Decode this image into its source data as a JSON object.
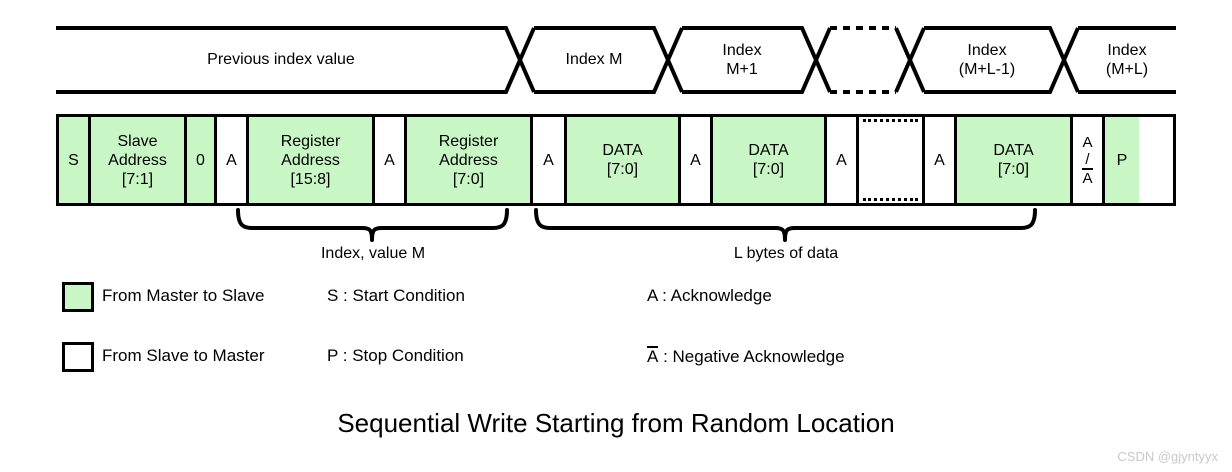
{
  "title": "Sequential Write Starting from Random Location",
  "watermark": "CSDN @gjyntyyx",
  "colors": {
    "master_fill": "#C8F7C5",
    "slave_fill": "#FFFFFF",
    "stroke": "#000000",
    "watermark": "#C9C9C9"
  },
  "index_waveform": {
    "name": "index-pointer-waveform",
    "segments": [
      {
        "label": "Previous index value",
        "style": "solid"
      },
      {
        "label": "Index M",
        "style": "solid"
      },
      {
        "label": "Index\nM+1",
        "style": "solid"
      },
      {
        "label": "",
        "style": "dashed"
      },
      {
        "label": "Index\n(M+L-1)",
        "style": "solid"
      },
      {
        "label": "Index\n(M+L)",
        "style": "solid"
      }
    ]
  },
  "packet": {
    "name": "i2c-packet-sequence",
    "cells": [
      {
        "label": "S",
        "source": "master"
      },
      {
        "label": "Slave\nAddress\n[7:1]",
        "source": "master"
      },
      {
        "label": "0",
        "source": "master"
      },
      {
        "label": "A",
        "source": "slave"
      },
      {
        "label": "Register\nAddress\n[15:8]",
        "source": "master"
      },
      {
        "label": "A",
        "source": "slave"
      },
      {
        "label": "Register\nAddress\n[7:0]",
        "source": "master"
      },
      {
        "label": "A",
        "source": "slave"
      },
      {
        "label": "DATA\n[7:0]",
        "source": "master"
      },
      {
        "label": "A",
        "source": "slave"
      },
      {
        "label": "DATA\n[7:0]",
        "source": "master"
      },
      {
        "label": "A",
        "source": "slave"
      },
      {
        "label": "",
        "source": "gap"
      },
      {
        "label": "A",
        "source": "slave"
      },
      {
        "label": "DATA\n[7:0]",
        "source": "master"
      },
      {
        "label": "A / A-bar",
        "source": "slave",
        "kind": "ack-nack"
      },
      {
        "label": "P",
        "source": "master"
      }
    ]
  },
  "braces": [
    {
      "name": "brace-index-value-m",
      "caption": "Index, value M"
    },
    {
      "name": "brace-l-bytes-of-data",
      "caption": "L bytes of data"
    }
  ],
  "legend": {
    "swatches": [
      {
        "label": "From Master to Slave",
        "source": "master"
      },
      {
        "label": "From Slave to Master",
        "source": "slave"
      }
    ],
    "conditions": [
      {
        "label": "S : Start Condition"
      },
      {
        "label": "P : Stop Condition"
      }
    ],
    "acknowledges": [
      {
        "symbol": "A",
        "overline": false,
        "label": ": Acknowledge"
      },
      {
        "symbol": "A",
        "overline": true,
        "label": ": Negative Acknowledge"
      }
    ]
  }
}
